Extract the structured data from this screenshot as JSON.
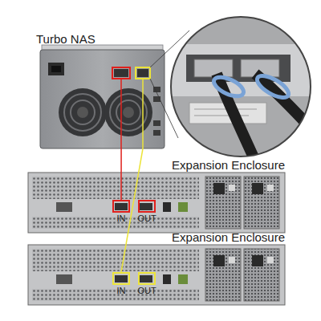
{
  "diagram": {
    "nodes": [
      {
        "text": [
          "Turbo NAS"
        ]
      },
      {
        "text": [
          "Expansion Enclosure"
        ]
      },
      {
        "text": [
          "IN"
        ],
        "in": 1
      },
      {
        "text": [
          "OUT"
        ],
        "in": 1
      },
      {
        "text": [
          "Expansion Enclosure"
        ]
      },
      {
        "text": [
          "IN"
        ],
        "in": 4
      },
      {
        "text": [
          "OUT"
        ],
        "in": 4
      }
    ],
    "edges": [
      {
        "from": 0,
        "to": 2,
        "arrow": "none"
      },
      {
        "from": 0,
        "to": 5,
        "arrow": "none"
      }
    ]
  }
}
